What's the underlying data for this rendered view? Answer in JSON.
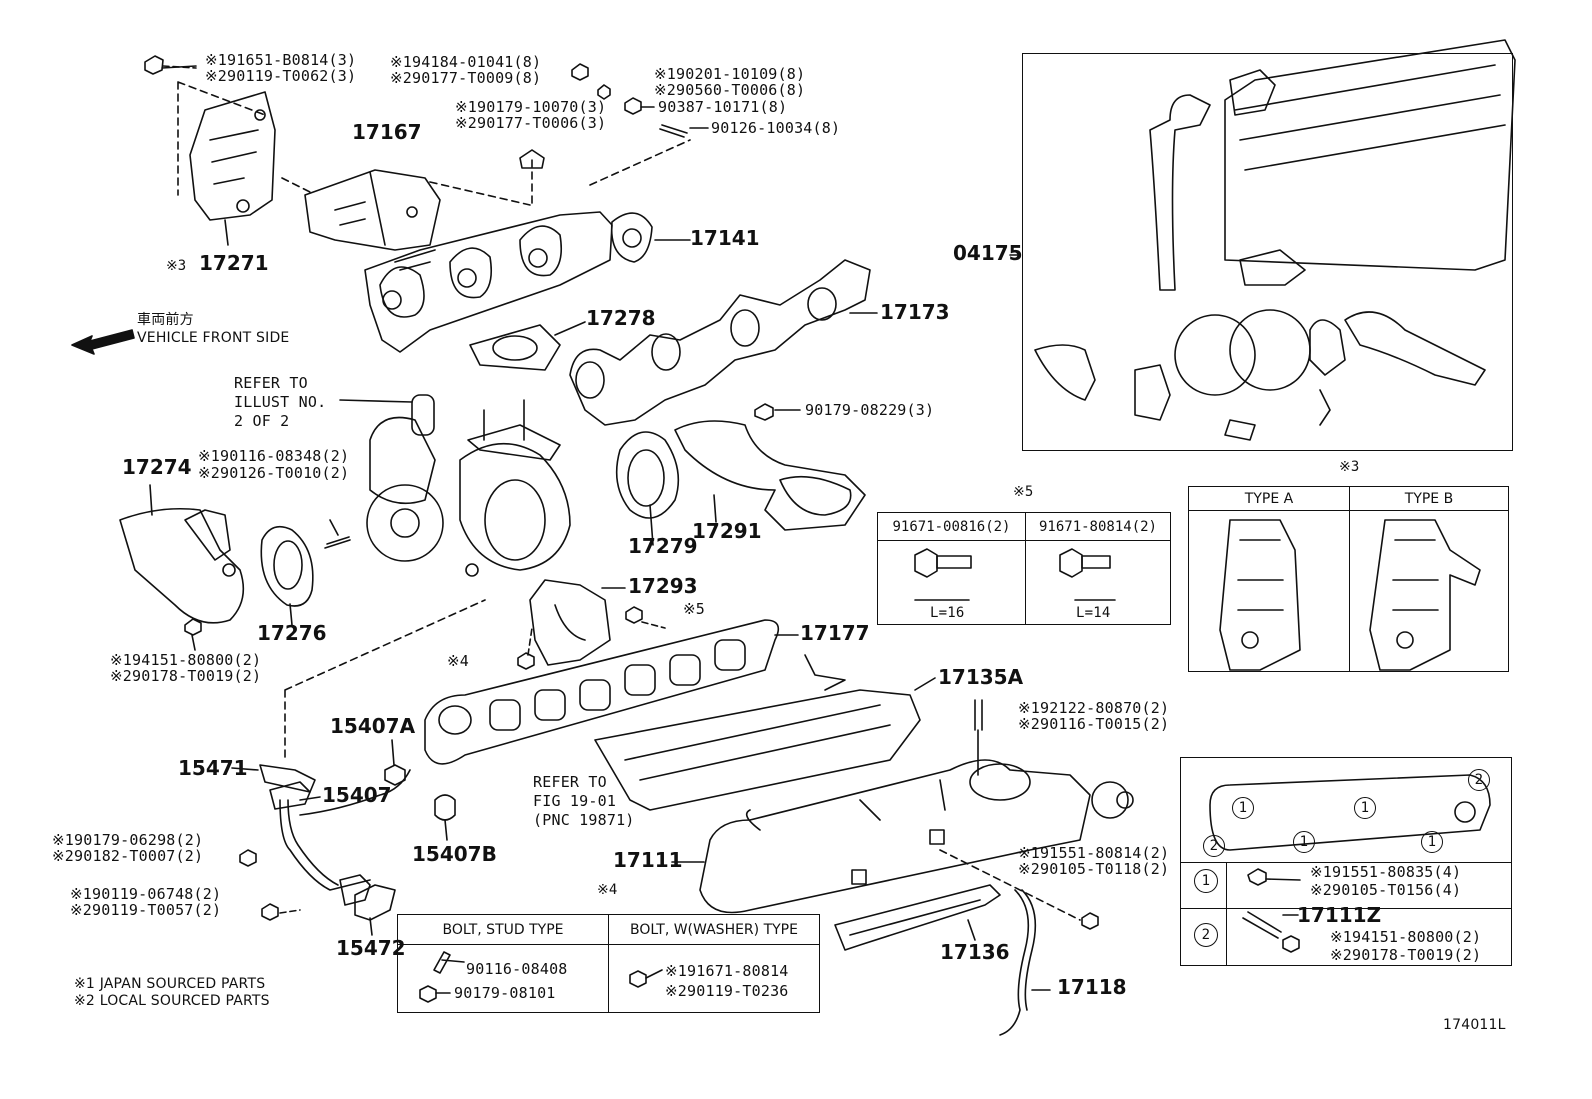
{
  "diagram_id": "174011L",
  "direction": {
    "jp": "車両前方",
    "en": "VEHICLE FRONT SIDE"
  },
  "footnotes": [
    "※1 JAPAN SOURCED PARTS",
    "※2 LOCAL SOURCED PARTS"
  ],
  "part_numbers": {
    "p17271": "17271",
    "p17271_mark": "※3",
    "p17167": "17167",
    "p17141": "17141",
    "p17278": "17278",
    "p17173": "17173",
    "p04175": "04175",
    "p17274": "17274",
    "p17276": "17276",
    "p17279": "17279",
    "p17291": "17291",
    "p17293": "17293",
    "p17177": "17177",
    "p17135A": "17135A",
    "p15407A": "15407A",
    "p15471": "15471",
    "p15407": "15407",
    "p15407B": "15407B",
    "p17111": "17111",
    "p15472": "15472",
    "p17136": "17136",
    "p17118": "17118"
  },
  "fasteners": {
    "f1a": "※191651-B0814(3)",
    "f1b": "※290119-T0062(3)",
    "f2a": "※194184-01041(8)",
    "f2b": "※290177-T0009(8)",
    "f3a": "※190201-10109(8)",
    "f3b": "※290560-T0006(8)",
    "f4a": "※190179-10070(3)",
    "f4b": "※290177-T0006(3)",
    "f5": "90387-10171(8)",
    "f6": "90126-10034(8)",
    "f7": "90179-08229(3)",
    "f8a": "※190116-08348(2)",
    "f8b": "※290126-T0010(2)",
    "f9a": "※194151-80800(2)",
    "f9b": "※290178-T0019(2)",
    "f10a": "※192122-80870(2)",
    "f10b": "※290116-T0015(2)",
    "f11a": "※190179-06298(2)",
    "f11b": "※290182-T0007(2)",
    "f12a": "※190119-06748(2)",
    "f12b": "※290119-T0057(2)",
    "f13a": "※191551-80814(2)",
    "f13b": "※290105-T0118(2)",
    "mark5": "※5",
    "mark4": "※4"
  },
  "notes": {
    "refer_illust": "REFER TO\nILLUST NO.\n2 OF 2",
    "refer_fig": "REFER TO\nFIG 19-01\n(PNC 19871)"
  },
  "table5": {
    "title": "※5",
    "col1": "91671-00816(2)",
    "col2": "91671-80814(2)",
    "dim1": "L=16",
    "dim2": "L=14"
  },
  "table3": {
    "title": "※3",
    "colA": "TYPE A",
    "colB": "TYPE B"
  },
  "table4": {
    "title": "※4",
    "col1": "BOLT, STUD TYPE",
    "col2": "BOLT, W(WASHER) TYPE",
    "c1a": "90116-08408",
    "c1b": "90179-08101",
    "c2a": "※191671-80814",
    "c2b": "※290119-T0236"
  },
  "table_refs": {
    "r1": "1",
    "r2": "2",
    "row1a": "※191551-80835(4)",
    "row1b": "※290105-T0156(4)",
    "row2p": "17111Z",
    "row2a": "※194151-80800(2)",
    "row2b": "※290178-T0019(2)"
  }
}
